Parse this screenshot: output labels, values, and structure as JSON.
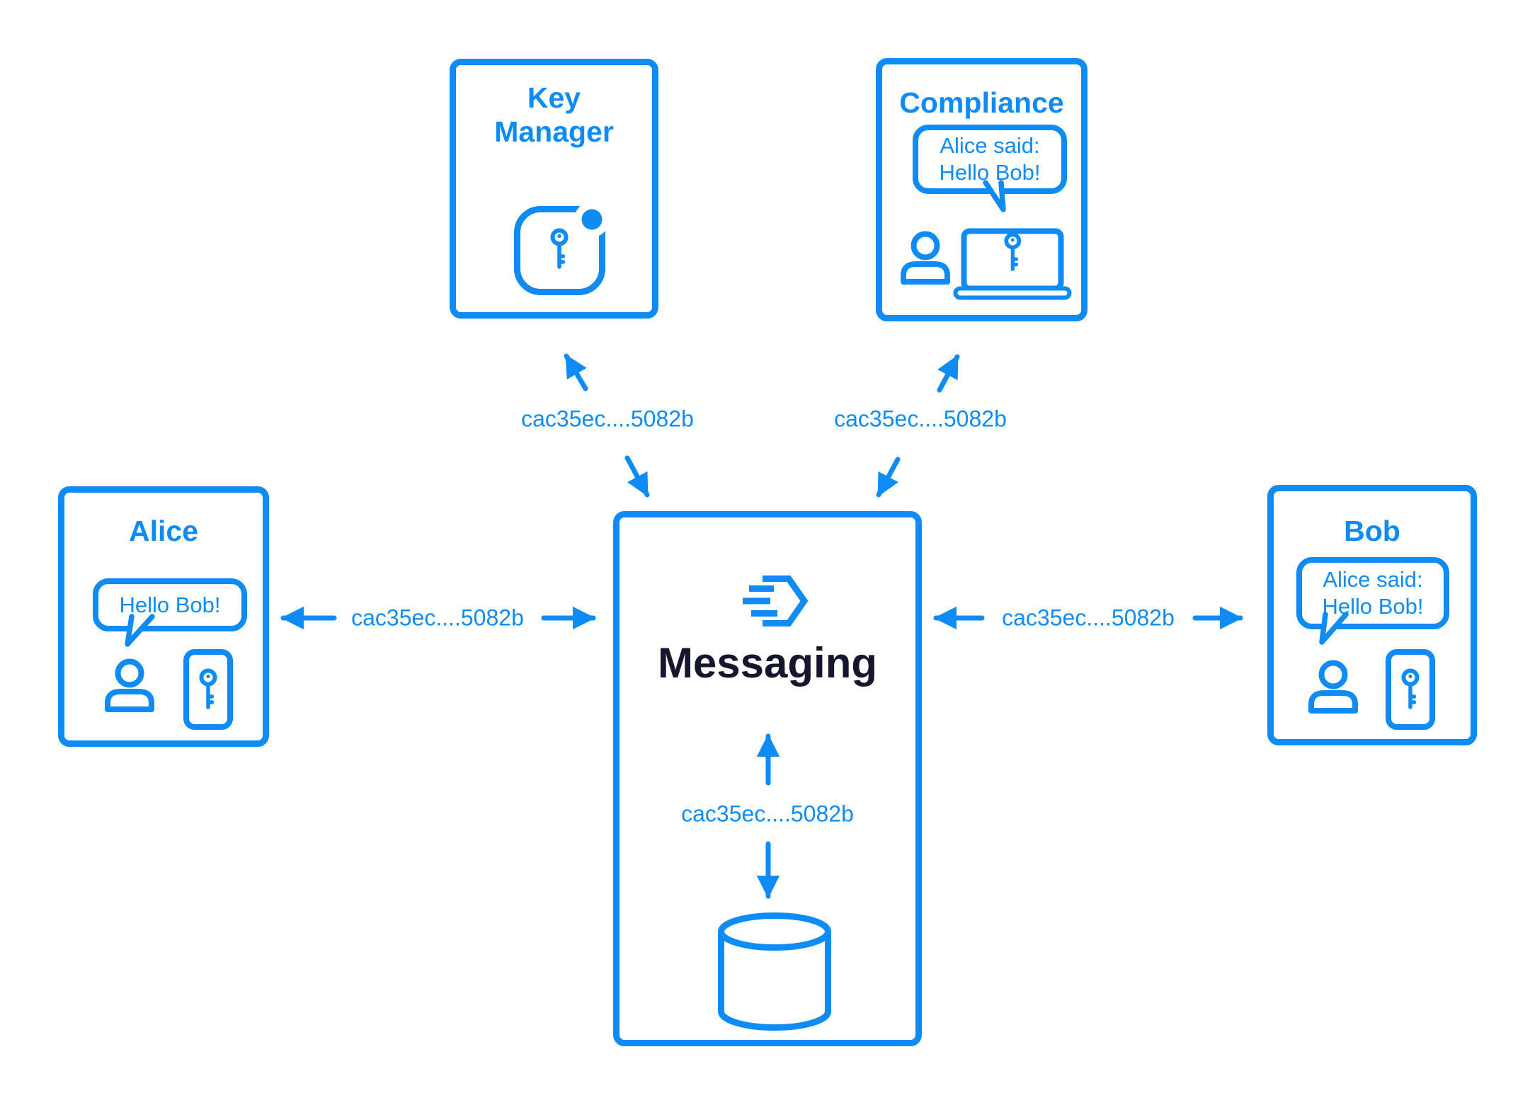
{
  "colors": {
    "accent": "#0E8BF5",
    "ink": "#17162F"
  },
  "nodes": {
    "key_manager": {
      "title": "Key Manager",
      "icon": "key-badge-icon"
    },
    "compliance": {
      "title": "Compliance",
      "bubble": [
        "Alice said:",
        "Hello Bob!"
      ],
      "icons": [
        "person-icon",
        "laptop-key-icon"
      ]
    },
    "alice": {
      "title": "Alice",
      "bubble": [
        "Hello Bob!"
      ],
      "icons": [
        "person-icon",
        "phone-key-icon"
      ]
    },
    "bob": {
      "title": "Bob",
      "bubble": [
        "Alice said:",
        "Hello Bob!"
      ],
      "icons": [
        "person-icon",
        "phone-key-icon"
      ]
    },
    "messaging": {
      "title": "Messaging",
      "icon": "send-chevron-logo",
      "storage_icon": "database-icon"
    }
  },
  "edges": {
    "alice_messaging": {
      "label": "cac35ec....5082b",
      "direction": "both"
    },
    "messaging_bob": {
      "label": "cac35ec....5082b",
      "direction": "both"
    },
    "messaging_key_manager": {
      "label": "cac35ec....5082b",
      "direction": "up"
    },
    "messaging_compliance": {
      "label": "cac35ec....5082b",
      "direction": "up"
    },
    "messaging_database": {
      "label": "cac35ec....5082b",
      "direction": "both"
    }
  }
}
